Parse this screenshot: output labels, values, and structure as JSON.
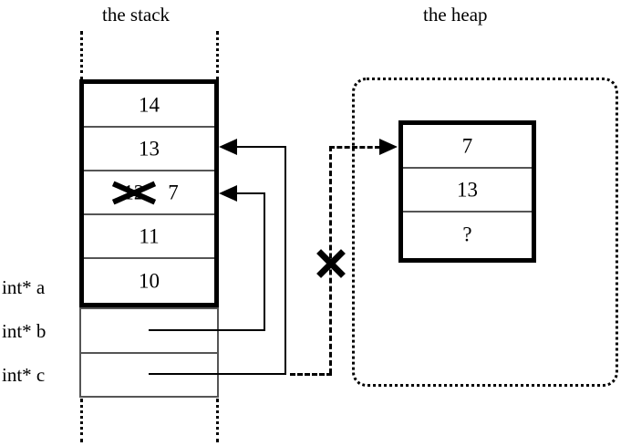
{
  "titles": {
    "stack": "the stack",
    "heap": "the heap"
  },
  "stack": {
    "cells": [
      {
        "value": "14"
      },
      {
        "value": "13"
      },
      {
        "old_value": "12",
        "new_value": "7",
        "struck": true
      },
      {
        "value": "11"
      },
      {
        "value": "10"
      }
    ],
    "variables": [
      {
        "label": "int* a"
      },
      {
        "label": "int* b"
      },
      {
        "label": "int* c"
      }
    ]
  },
  "heap": {
    "cells": [
      {
        "value": "7"
      },
      {
        "value": "13"
      },
      {
        "value": "?"
      }
    ]
  },
  "annotations": {
    "invalid_marker": "x-mark",
    "struck_marker": "x-mark"
  },
  "colors": {
    "ink": "#000000",
    "rule": "#555555",
    "background": "#ffffff"
  }
}
